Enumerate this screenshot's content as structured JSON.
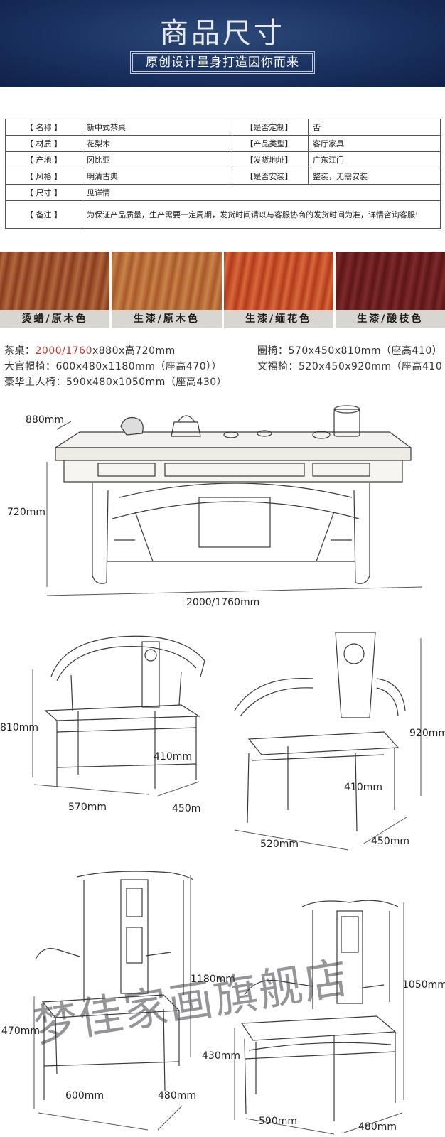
{
  "header": {
    "title": "商品尺寸",
    "subtitle": "原创设计量身打造因你而来"
  },
  "specs": {
    "rows": [
      {
        "k1": "【 名称 】",
        "v1": "新中式茶桌",
        "k2": "【是否定制】",
        "v2": "否"
      },
      {
        "k1": "【 材质 】",
        "v1": "花梨木",
        "k2": "【产品类型】",
        "v2": "客厅家具"
      },
      {
        "k1": "【 产地 】",
        "v1": "冈比亚",
        "k2": "【发货地址】",
        "v2": "广东江门"
      },
      {
        "k1": "【 风格 】",
        "v1": "明清古典",
        "k2": "【是否安装】",
        "v2": "整装，无需安装"
      },
      {
        "k1": "【 尺寸 】",
        "v1": "见详情"
      },
      {
        "k1": "【 备注 】",
        "v1": "为保证产品质量，生产需要一定周期，发货时间请以与客服协商的发货时间为准，详情咨询客服!"
      }
    ]
  },
  "swatches": [
    {
      "label": "烫蜡/原木色",
      "color": "#8a3b1e",
      "grain": "#b06a3e"
    },
    {
      "label": "生漆/原木色",
      "color": "#a8582a",
      "grain": "#c98448"
    },
    {
      "label": "生漆/缅花色",
      "color": "#b23a1c",
      "grain": "#d86a3a"
    },
    {
      "label": "生漆/酸枝色",
      "color": "#5a1616",
      "grain": "#7e2a2a"
    }
  ],
  "sizes": {
    "tea_table_label": "茶桌：",
    "tea_table_highlight": "2000/1760",
    "tea_table_rest": "x880x高720mm",
    "ring_chair": "圈椅：570x450x810mm（座高410）",
    "official_chair": "大官帽椅：600x480x1180mm（座高470））",
    "wenfu_chair": "文福椅：520x450x920mm（座高410",
    "host_chair": "豪华主人椅：590x480x1050mm（座高430）"
  },
  "dimensions": {
    "table_depth": "880mm",
    "table_height": "720mm",
    "table_width": "2000/1760mm",
    "ring_height": "810mm",
    "ring_seat": "410mm",
    "ring_width": "570mm",
    "ring_depth": "450m",
    "wenfu_height": "920mm",
    "wenfu_seat": "410mm",
    "wenfu_width": "520mm",
    "wenfu_depth": "450mm",
    "official_height": "1180mm",
    "official_seat": "470mm",
    "official_width": "600mm",
    "official_depth": "480mm",
    "host_height": "1050mm",
    "host_seat": "430mm",
    "host_width": "590mm",
    "host_depth": "480mm"
  },
  "watermark": "梦佳家画旗舰店"
}
